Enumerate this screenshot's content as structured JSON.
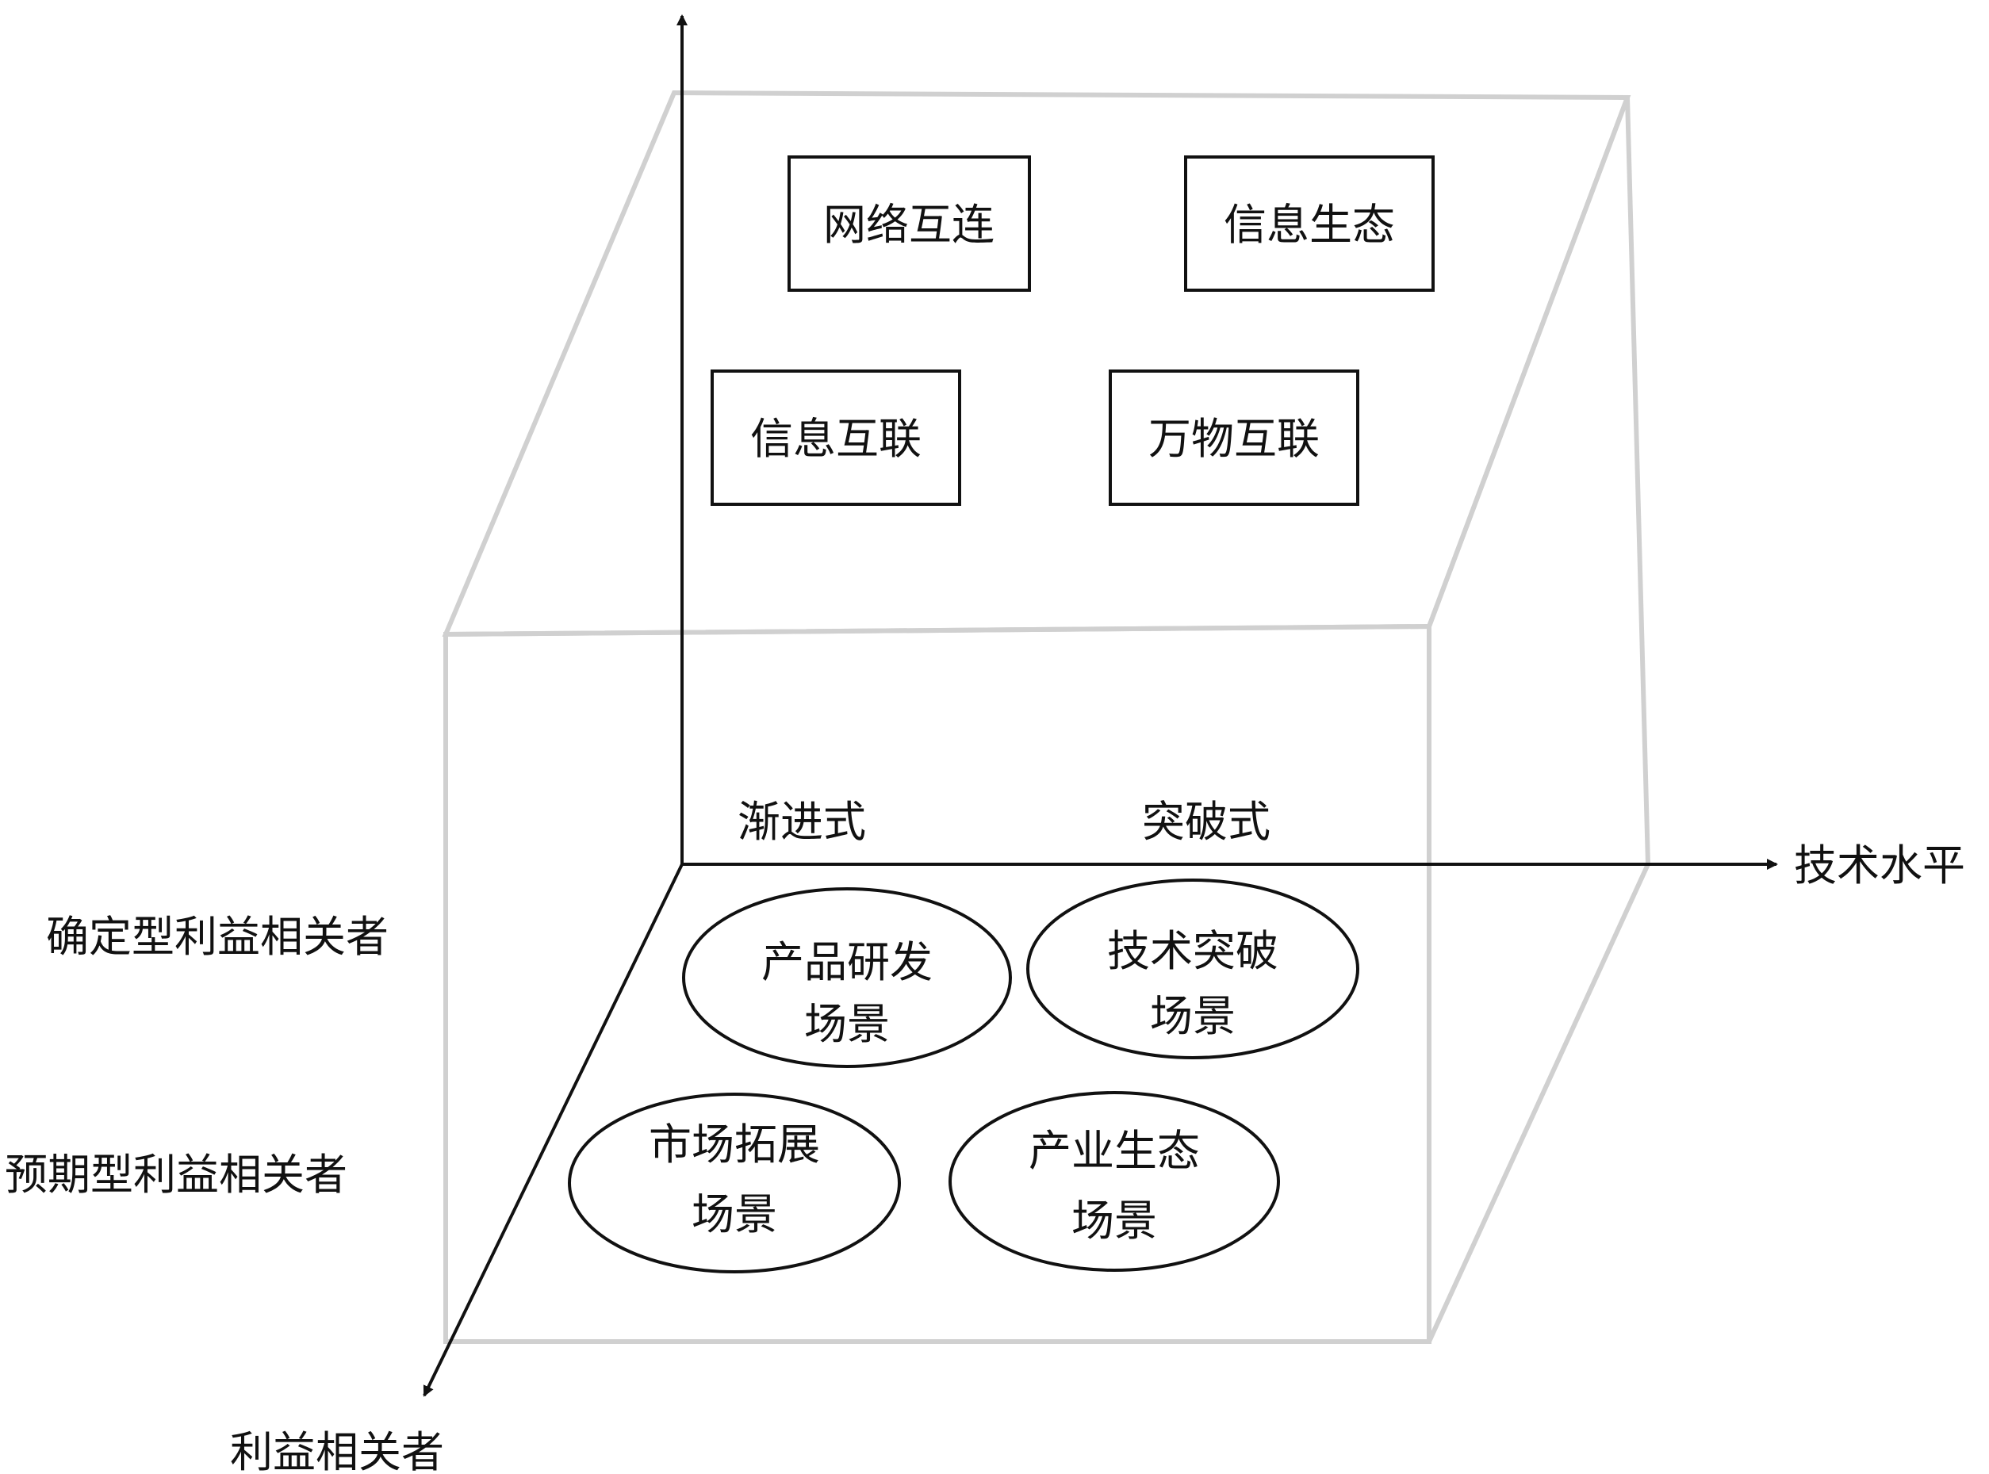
{
  "axes": {
    "x_label": "技术水平",
    "z_label": "利益相关者"
  },
  "columns": {
    "incremental": "渐进式",
    "breakthrough": "突破式"
  },
  "rows": {
    "definite": "确定型利益相关者",
    "expected": "预期型利益相关者"
  },
  "upper_boxes": {
    "network": "网络互连",
    "info_ecology": "信息生态",
    "info_interconnect": "信息互联",
    "iot": "万物互联"
  },
  "scenarios": {
    "product_rd": [
      "产品研发",
      "场景"
    ],
    "tech_breakthrough": [
      "技术突破",
      "场景"
    ],
    "market": [
      "市场拓展",
      "场景"
    ],
    "industry": [
      "产业生态",
      "场景"
    ]
  },
  "colors": {
    "cube_line": "#d0d0d0",
    "axis": "#111111",
    "text": "#111111"
  }
}
